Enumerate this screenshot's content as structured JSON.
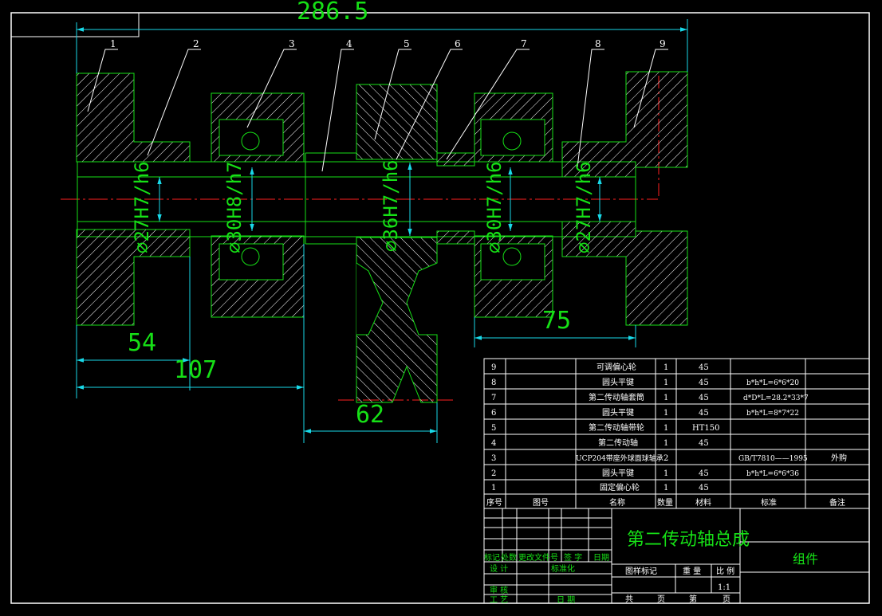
{
  "drawing": {
    "overall_dim": "286.5",
    "dims": {
      "d54": "54",
      "d107": "107",
      "d62": "62",
      "d75": "75"
    },
    "fits": [
      "⌀27H7/h6",
      "⌀30H8/h7",
      "⌀36H7/h6",
      "⌀30H7/h6",
      "⌀27H7/h6"
    ],
    "balloons": [
      "1",
      "2",
      "3",
      "4",
      "5",
      "6",
      "7",
      "8",
      "9"
    ]
  },
  "parts_list": {
    "rows": [
      {
        "no": "9",
        "drawing_no": "",
        "name": "可调偏心轮",
        "qty": "1",
        "material": "45",
        "standard": "",
        "remark": ""
      },
      {
        "no": "8",
        "drawing_no": "",
        "name": "圆头平键",
        "qty": "1",
        "material": "45",
        "standard": "b*h*L=6*6*20",
        "remark": ""
      },
      {
        "no": "7",
        "drawing_no": "",
        "name": "第二传动轴套筒",
        "qty": "1",
        "material": "45",
        "standard": "d*D*L=28.2*33*7",
        "remark": ""
      },
      {
        "no": "6",
        "drawing_no": "",
        "name": "圆头平键",
        "qty": "1",
        "material": "45",
        "standard": "b*h*L=8*7*22",
        "remark": ""
      },
      {
        "no": "5",
        "drawing_no": "",
        "name": "第二传动轴带轮",
        "qty": "1",
        "material": "HT150",
        "standard": "",
        "remark": ""
      },
      {
        "no": "4",
        "drawing_no": "",
        "name": "第二传动轴",
        "qty": "1",
        "material": "45",
        "standard": "",
        "remark": ""
      },
      {
        "no": "3",
        "drawing_no": "",
        "name": "UCP204带座外球面球轴承",
        "qty": "2",
        "material": "",
        "standard": "GB/T7810——1995",
        "remark": "外购"
      },
      {
        "no": "2",
        "drawing_no": "",
        "name": "圆头平键",
        "qty": "1",
        "material": "45",
        "standard": "b*h*L=6*6*36",
        "remark": ""
      },
      {
        "no": "1",
        "drawing_no": "",
        "name": "固定偏心轮",
        "qty": "1",
        "material": "45",
        "standard": "",
        "remark": ""
      }
    ],
    "header": {
      "no": "序号",
      "drawing_no": "图号",
      "name": "名称",
      "qty": "数量",
      "material": "材料",
      "standard": "标准",
      "remark": "备注"
    }
  },
  "title_block": {
    "title": "第二传动轴总成",
    "type": "组件",
    "marks": [
      "标记",
      "处数",
      "更改文件号",
      "签 字",
      "日期"
    ],
    "design": "设 计",
    "standardize": "标准化",
    "review": "审 核",
    "process": "工 艺",
    "date": "日 期",
    "stage": "图样标记",
    "weight": "重 量",
    "scale_label": "比 例",
    "scale": "1:1",
    "total": "共",
    "page": "页",
    "sheet": "第",
    "page2": "页"
  },
  "colors": {
    "hatch": "#ffffff",
    "line": "#16e016",
    "center": "#ff2020",
    "dim": "#19d9e8"
  }
}
